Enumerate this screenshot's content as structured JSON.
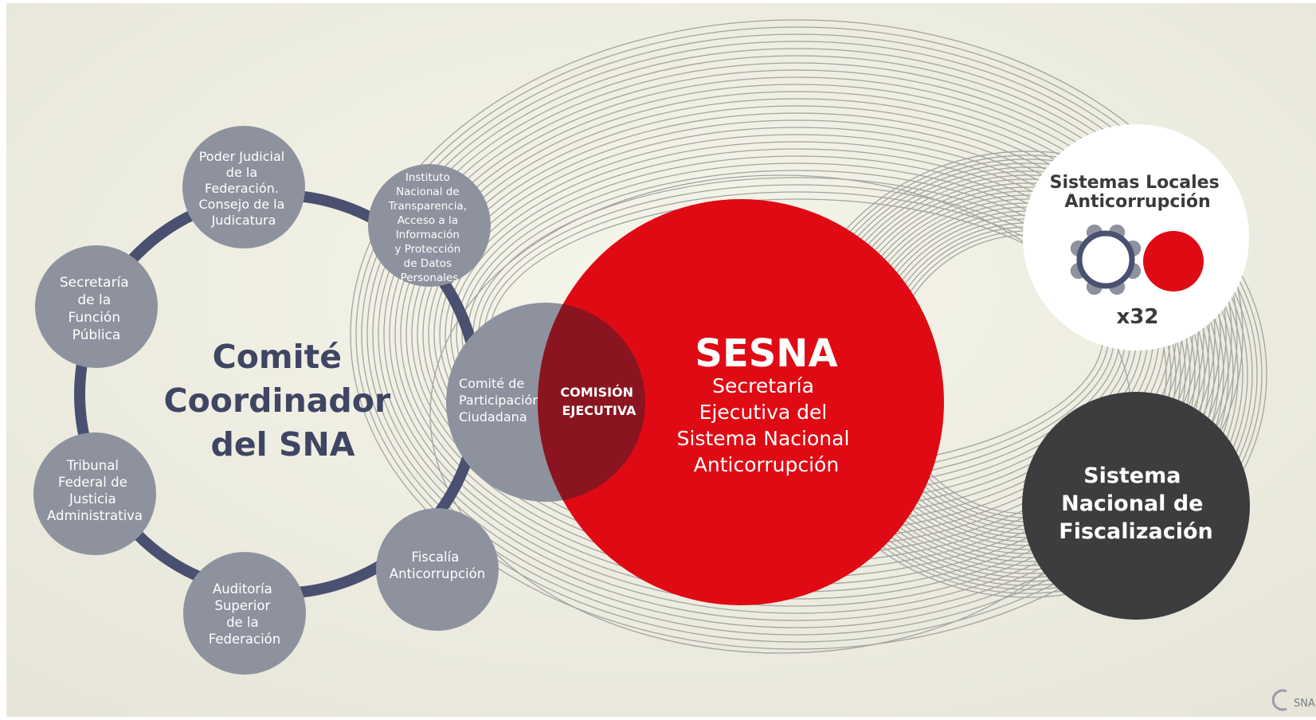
{
  "committee": {
    "title_lines": [
      "Comité",
      "Coordinador",
      "del SNA"
    ]
  },
  "members": {
    "poder_judicial": [
      "Poder Judicial",
      "de la",
      "Federación.",
      "Consejo de la",
      "Judicatura"
    ],
    "inai": [
      "Instituto",
      "Nacional de",
      "Transparencia,",
      "Acceso a la",
      "Información",
      "y Protección",
      "de Datos",
      "Personales"
    ],
    "secretaria_funcion": [
      "Secretaría",
      "de la",
      "Función",
      "Pública"
    ],
    "tribunal": [
      "Tribunal",
      "Federal de",
      "Justicia",
      "Administrativa"
    ],
    "auditoria": [
      "Auditoría",
      "Superior",
      "de la",
      "Federación"
    ],
    "fiscalia": [
      "Fiscalía",
      "Anticorrupción"
    ],
    "comite_participacion": [
      "Comité de",
      "Participación",
      "Ciudadana"
    ]
  },
  "comision": [
    "COMISIÓN",
    "EJECUTIVA"
  ],
  "sesna": {
    "acronym": "SESNA",
    "subtitle_lines": [
      "Secretaría",
      "Ejecutiva del",
      "Sistema Nacional",
      "Anticorrupción"
    ]
  },
  "locales": {
    "title_lines": [
      "Sistemas Locales",
      "Anticorrupción"
    ],
    "multiplier": "x32"
  },
  "fiscalizacion": {
    "title_lines": [
      "Sistema",
      "Nacional de",
      "Fiscalización"
    ]
  },
  "watermark": "SNA",
  "colors": {
    "background": "#efeee3",
    "member_circle": "#8d929e",
    "ring": "#4a5070",
    "committee_text": "#3f4563",
    "sesna_red": "#e00a14",
    "overlap": "#8a1520",
    "dark_circle": "#3d3d40",
    "arc_lines": "#9a9a9a"
  }
}
